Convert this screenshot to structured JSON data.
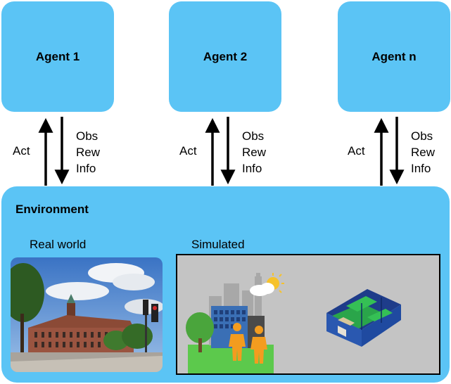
{
  "agents": [
    {
      "label": "Agent 1"
    },
    {
      "label": "Agent 2"
    },
    {
      "label": "Agent n"
    }
  ],
  "links": {
    "act": "Act",
    "obs": "Obs",
    "rew": "Rew",
    "info": "Info"
  },
  "environment": {
    "title": "Environment",
    "real_label": "Real world",
    "simulated_label": "Simulated"
  },
  "colors": {
    "box_fill": "#5bc4f5",
    "arrow": "#000000",
    "figure_orange": "#f39c1f",
    "grass_green": "#5cc94c"
  },
  "icons": [
    "building-photo",
    "city-skyline-icon",
    "tree-icon",
    "person-icon",
    "sun-cloud-icon",
    "3d-room-model-icon"
  ]
}
